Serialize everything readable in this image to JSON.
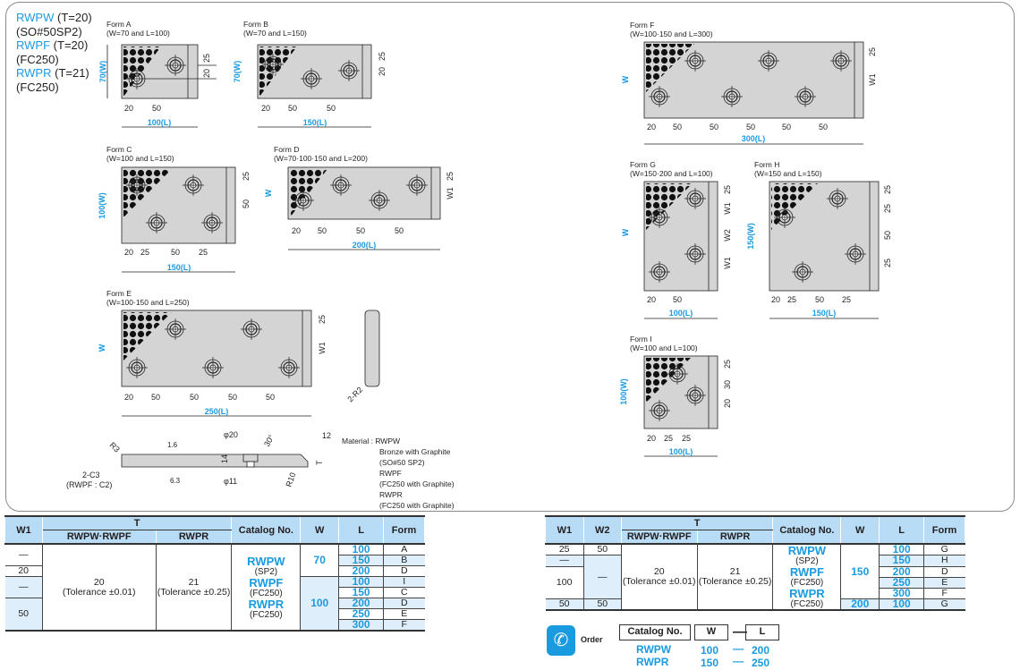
{
  "header": {
    "products": [
      {
        "code": "RWPW",
        "spec": "(T=20)",
        "material": "(SO#50SP2)"
      },
      {
        "code": "RWPF",
        "spec": "(T=20)",
        "material": "(FC250)"
      },
      {
        "code": "RWPR",
        "spec": "(T=21)",
        "material": "(FC250)"
      }
    ]
  },
  "forms": {
    "A": {
      "name": "Form A",
      "cond": "(W=70 and L=100)",
      "w_label": "70(W)",
      "l_label": "100(L)",
      "dims_h": [
        "20",
        "50"
      ],
      "dims_v": [
        "25",
        "20"
      ]
    },
    "B": {
      "name": "Form B",
      "cond": "(W=70 and L=150)",
      "w_label": "70(W)",
      "l_label": "150(L)",
      "dims_h": [
        "20",
        "50",
        "50"
      ],
      "dims_v": [
        "25",
        "20"
      ]
    },
    "C": {
      "name": "Form C",
      "cond": "(W=100 and L=150)",
      "w_label": "100(W)",
      "l_label": "150(L)",
      "dims_h": [
        "20",
        "25",
        "50",
        "25"
      ],
      "dims_v": [
        "25",
        "50"
      ]
    },
    "D": {
      "name": "Form D",
      "cond": "(W=70·100·150 and L=200)",
      "w_label": "W",
      "l_label": "200(L)",
      "dims_h": [
        "20",
        "50",
        "50",
        "50"
      ],
      "dims_v": [
        "25",
        "W1"
      ]
    },
    "E": {
      "name": "Form E",
      "cond": "(W=100·150 and L=250)",
      "w_label": "W",
      "l_label": "250(L)",
      "dims_h": [
        "20",
        "50",
        "50",
        "50",
        "50"
      ],
      "dims_v": [
        "25",
        "W1"
      ],
      "side_note": "2-R2"
    },
    "F": {
      "name": "Form F",
      "cond": "(W=100·150 and L=300)",
      "w_label": "W",
      "l_label": "300(L)",
      "dims_h": [
        "20",
        "50",
        "50",
        "50",
        "50",
        "50"
      ],
      "dims_v": [
        "25",
        "W1"
      ]
    },
    "G": {
      "name": "Form G",
      "cond": "(W=150·200 and L=100)",
      "w_label": "W",
      "l_label": "100(L)",
      "dims_h": [
        "20",
        "50"
      ],
      "dims_v": [
        "25",
        "W1",
        "W2",
        "W1"
      ]
    },
    "H": {
      "name": "Form H",
      "cond": "(W=150 and L=150)",
      "w_label": "150(W)",
      "l_label": "150(L)",
      "dims_h": [
        "20",
        "25",
        "50",
        "25"
      ],
      "dims_v": [
        "25",
        "25",
        "50",
        "25"
      ]
    },
    "I": {
      "name": "Form I",
      "cond": "(W=100 and L=100)",
      "w_label": "100(W)",
      "l_label": "100(L)",
      "dims_h": [
        "20",
        "25",
        "25"
      ],
      "dims_v": [
        "25",
        "30",
        "20"
      ]
    }
  },
  "section": {
    "r3": "R3",
    "rough1": "1.6",
    "rough2": "6.3",
    "chamfer": "2-C3",
    "chamfer_note": "(RWPF : C2)",
    "d20": "φ20",
    "d11": "φ11",
    "depth": "14",
    "angle": "30°",
    "r10": "R10",
    "w12": "12",
    "t": "T"
  },
  "material": {
    "label": "Material : RWPW",
    "lines": [
      "Bronze with Graphite",
      "(SO#50 SP2)",
      "RWPF",
      "(FC250 with Graphite)",
      "RWPR",
      "(FC250 with Graphite)"
    ]
  },
  "table1": {
    "headers": {
      "w1": "W1",
      "t": "T",
      "t_a": "RWPW·RWPF",
      "t_b": "RWPR",
      "catalog": "Catalog No.",
      "w": "W",
      "l": "L",
      "form": "Form"
    },
    "w1": [
      "—",
      "20",
      "—",
      "50"
    ],
    "t_a": "20",
    "t_a_tol": "(Tolerance ±0.01)",
    "t_b": "21",
    "t_b_tol": "(Tolerance ±0.25)",
    "catalog": [
      {
        "code": "RWPW",
        "sub": "(SP2)"
      },
      {
        "code": "RWPF",
        "sub": "(FC250)"
      },
      {
        "code": "RWPR",
        "sub": "(FC250)"
      }
    ],
    "w": [
      "70",
      "100"
    ],
    "rows": [
      {
        "l": "100",
        "form": "A"
      },
      {
        "l": "150",
        "form": "B"
      },
      {
        "l": "200",
        "form": "D"
      },
      {
        "l": "100",
        "form": "I"
      },
      {
        "l": "150",
        "form": "C"
      },
      {
        "l": "200",
        "form": "D"
      },
      {
        "l": "250",
        "form": "E"
      },
      {
        "l": "300",
        "form": "F"
      }
    ]
  },
  "table2": {
    "headers": {
      "w1": "W1",
      "w2": "W2",
      "t": "T",
      "t_a": "RWPW·RWPF",
      "t_b": "RWPR",
      "catalog": "Catalog No.",
      "w": "W",
      "l": "L",
      "form": "Form"
    },
    "rows": [
      {
        "w1": "25",
        "w2": "50",
        "l": "100",
        "form": "G"
      },
      {
        "w1": "—",
        "w2": "",
        "l": "150",
        "form": "H"
      },
      {
        "w1": "",
        "w2": "",
        "l": "200",
        "form": "D"
      },
      {
        "w1": "100",
        "w2": "—",
        "l": "250",
        "form": "E"
      },
      {
        "w1": "",
        "w2": "",
        "l": "300",
        "form": "F"
      },
      {
        "w1": "50",
        "w2": "50",
        "l": "100",
        "form": "G"
      }
    ],
    "t_a": "20",
    "t_a_tol": "(Tolerance ±0.01)",
    "t_b": "21",
    "t_b_tol": "(Tolerance ±0.25)",
    "catalog": [
      {
        "code": "RWPW",
        "sub": "(SP2)"
      },
      {
        "code": "RWPF",
        "sub": "(FC250)"
      },
      {
        "code": "RWPR",
        "sub": "(FC250)"
      }
    ],
    "w": [
      "150",
      "200"
    ]
  },
  "order": {
    "label": "Order",
    "boxes": [
      "Catalog No.",
      "W",
      "L"
    ],
    "dash": "—",
    "examples": [
      {
        "code": "RWPW",
        "w": "100",
        "l": "200"
      },
      {
        "code": "RWPR",
        "w": "150",
        "l": "250"
      }
    ]
  },
  "colors": {
    "accent": "#1a9be0",
    "header_bg": "#b8dcf5",
    "stripe": "#deeefa",
    "plate": "#d4d4d4"
  }
}
